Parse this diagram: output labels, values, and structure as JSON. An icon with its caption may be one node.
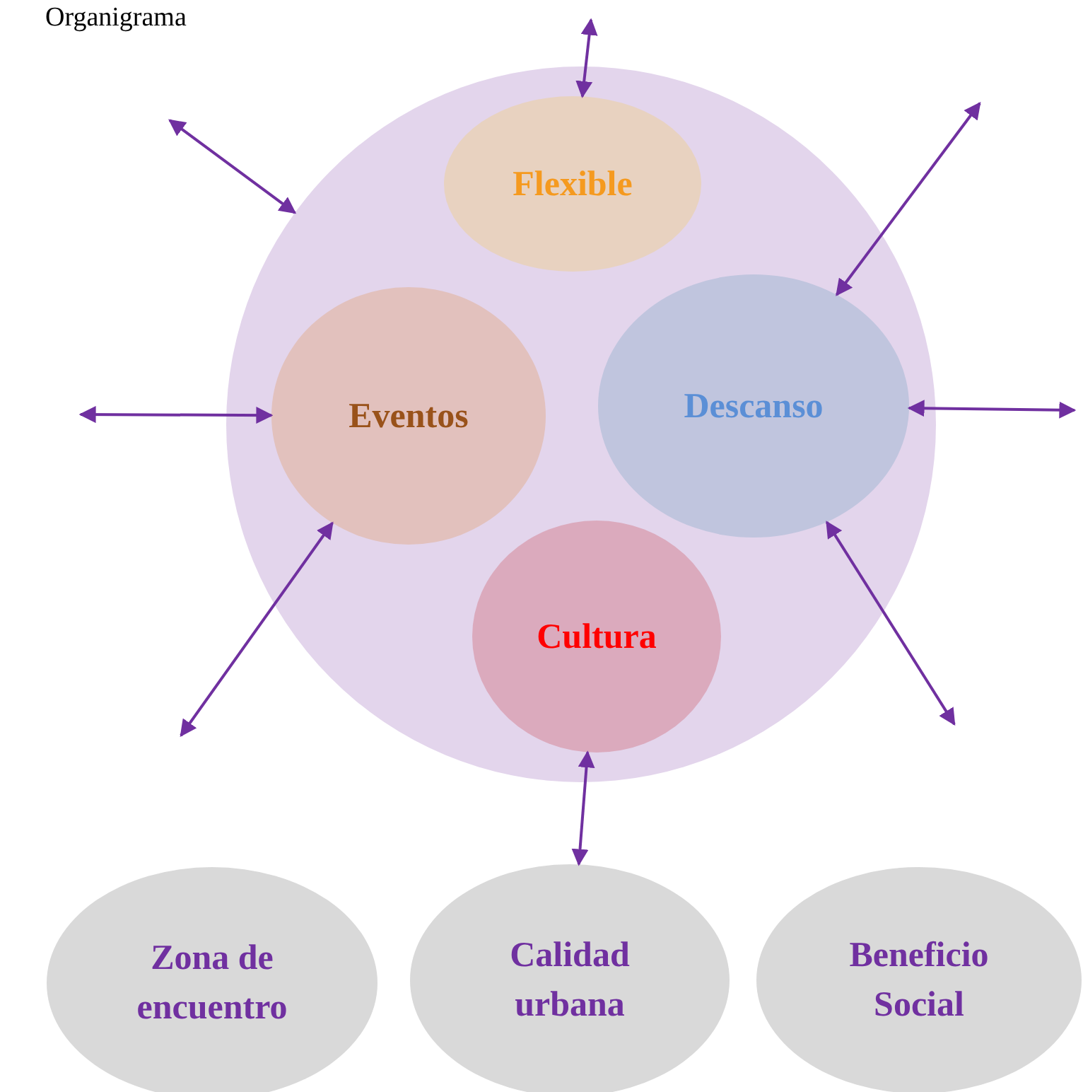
{
  "diagram": {
    "title": "Organigrama",
    "nodes": [
      {
        "text": [],
        "shape": "circle"
      },
      {
        "text": [
          "Flexible"
        ],
        "in": 0
      },
      {
        "text": [
          "Eventos"
        ],
        "in": 0
      },
      {
        "text": [
          "Descanso"
        ],
        "in": 0
      },
      {
        "text": [
          "Cultura"
        ],
        "in": 0
      },
      {
        "text": [
          "Zona de encuentro"
        ]
      },
      {
        "text": [
          "Calidad urbana"
        ]
      },
      {
        "text": [
          "Beneficio Social"
        ]
      }
    ],
    "edges": [
      {
        "from": null,
        "to": 1,
        "arrow": "both"
      },
      {
        "from": null,
        "to": 0,
        "arrow": "both"
      },
      {
        "from": null,
        "to": 3,
        "arrow": "both"
      },
      {
        "from": null,
        "to": 2,
        "arrow": "both"
      },
      {
        "from": null,
        "to": 3,
        "arrow": "both"
      },
      {
        "from": null,
        "to": 2,
        "arrow": "both"
      },
      {
        "from": null,
        "to": 3,
        "arrow": "both"
      },
      {
        "from": 4,
        "to": 6,
        "arrow": "both"
      }
    ]
  }
}
